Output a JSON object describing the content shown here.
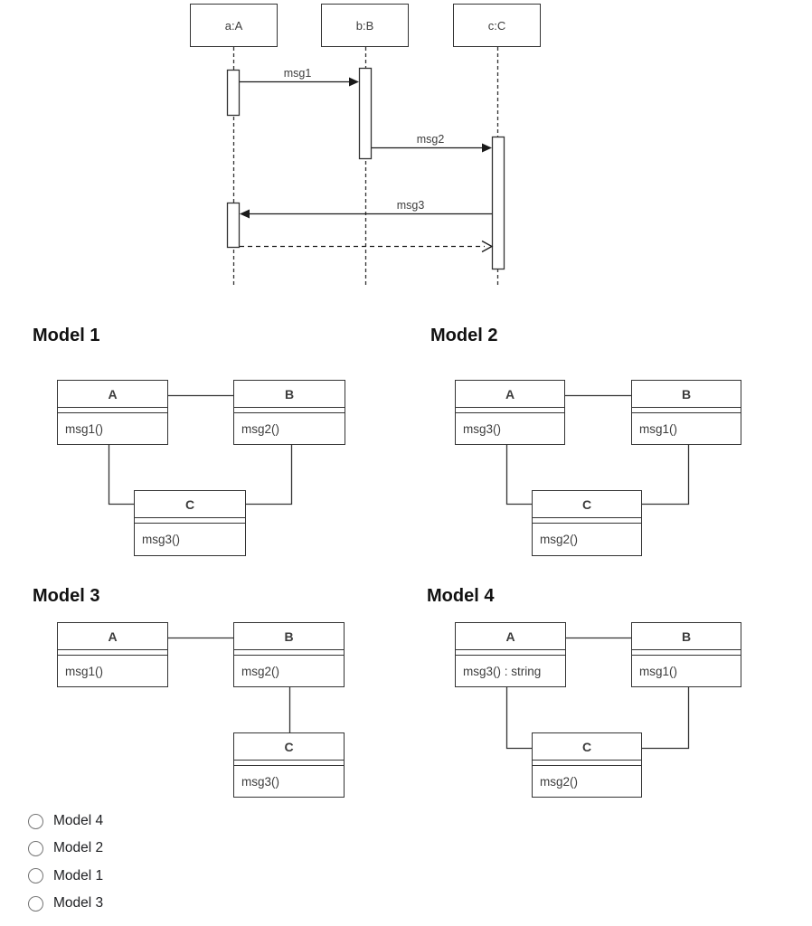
{
  "sequence": {
    "actors": [
      {
        "label": "a:A"
      },
      {
        "label": "b:B"
      },
      {
        "label": "c:C"
      }
    ],
    "messages": [
      {
        "label": "msg1",
        "from": "a:A",
        "to": "b:B",
        "style": "solid"
      },
      {
        "label": "msg2",
        "from": "b:B",
        "to": "c:C",
        "style": "solid"
      },
      {
        "label": "msg3",
        "from": "c:C",
        "to": "a:A",
        "style": "solid"
      },
      {
        "label": "",
        "from": "a:A",
        "to": "c:C",
        "style": "dashed-return"
      }
    ]
  },
  "models": [
    {
      "title": "Model 1",
      "classes": [
        {
          "name": "A",
          "method": "msg1()"
        },
        {
          "name": "B",
          "method": "msg2()"
        },
        {
          "name": "C",
          "method": "msg3()"
        }
      ]
    },
    {
      "title": "Model 2",
      "classes": [
        {
          "name": "A",
          "method": "msg3()"
        },
        {
          "name": "B",
          "method": "msg1()"
        },
        {
          "name": "C",
          "method": "msg2()"
        }
      ]
    },
    {
      "title": "Model 3",
      "classes": [
        {
          "name": "A",
          "method": "msg1()"
        },
        {
          "name": "B",
          "method": "msg2()"
        },
        {
          "name": "C",
          "method": "msg3()"
        }
      ]
    },
    {
      "title": "Model 4",
      "classes": [
        {
          "name": "A",
          "method": "msg3() : string"
        },
        {
          "name": "B",
          "method": "msg1()"
        },
        {
          "name": "C",
          "method": "msg2()"
        }
      ]
    }
  ],
  "options": [
    {
      "label": "Model 4",
      "selected": false
    },
    {
      "label": "Model 2",
      "selected": false
    },
    {
      "label": "Model 1",
      "selected": false
    },
    {
      "label": "Model 3",
      "selected": false
    }
  ],
  "colors": {
    "line": "#333333",
    "text": "#3c3c3c",
    "heading": "#111111",
    "radio_border": "#757575"
  }
}
